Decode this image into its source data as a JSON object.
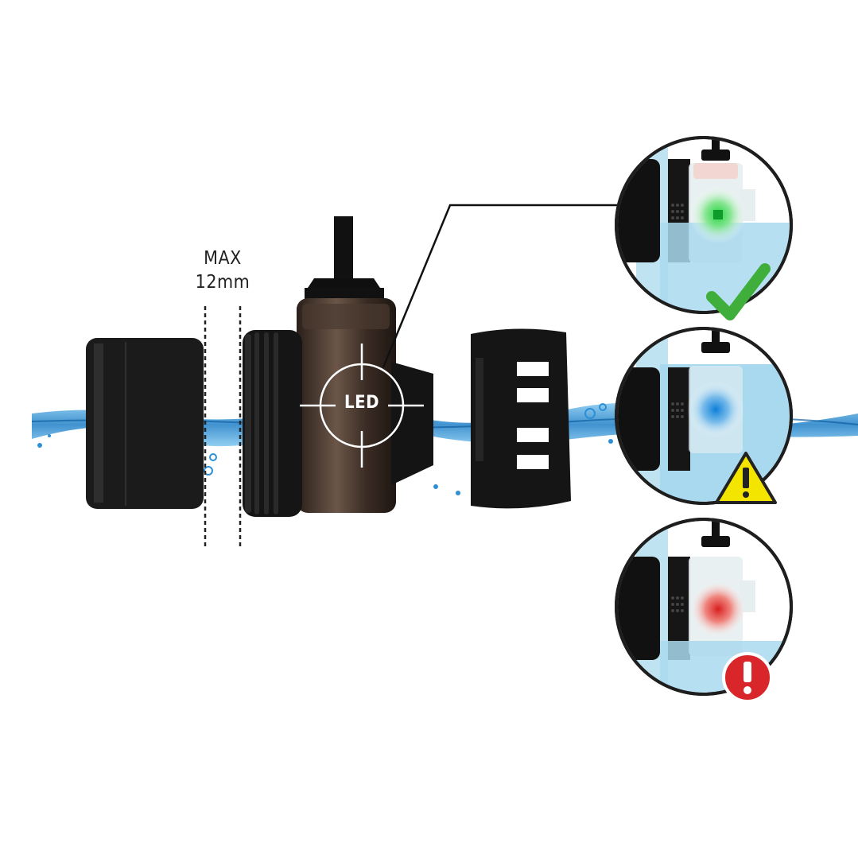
{
  "product": {
    "max_line1": "MAX",
    "max_line2": "12mm",
    "led_label": "LED"
  },
  "status_indicators": [
    {
      "led_color": "#2bd64a",
      "water_level": "low",
      "badge": "check-icon",
      "badge_color": "#3fae3a"
    },
    {
      "led_color": "#1e8fe0",
      "water_level": "high",
      "badge": "warning-icon",
      "badge_color": "#f3e500"
    },
    {
      "led_color": "#e8261f",
      "water_level": "low",
      "badge": "alert-icon",
      "badge_color": "#d8262a"
    }
  ],
  "colors": {
    "water": "#2d8fd6",
    "tank_wall": "#bfe3f0",
    "pump_body": "#1b1b1b"
  }
}
